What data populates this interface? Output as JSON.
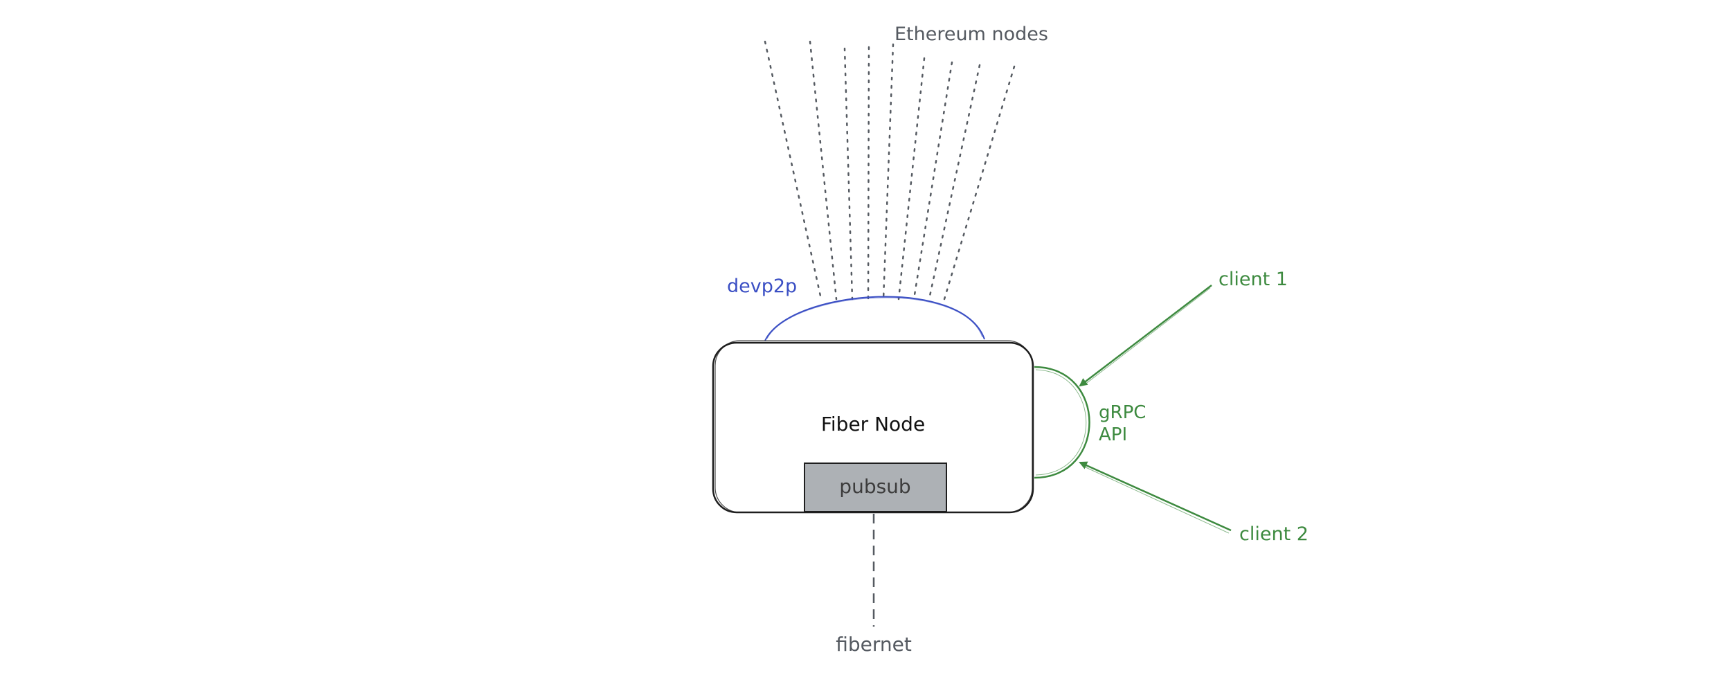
{
  "labels": {
    "ethereum_nodes": "Ethereum nodes",
    "devp2p": "devp2p",
    "fiber_node": "Fiber Node",
    "pubsub": "pubsub",
    "grpc_line1": "gRPC",
    "grpc_line2": "API",
    "client1": "client 1",
    "client2": "client 2",
    "fibernet": "fibernet"
  },
  "colors": {
    "devp2p": "#3b4fc4",
    "grpc": "#3d8a3f",
    "node_border": "#1e1e1e",
    "pubsub_fill": "#adb1b5",
    "dotted_lines": "#555a61"
  }
}
